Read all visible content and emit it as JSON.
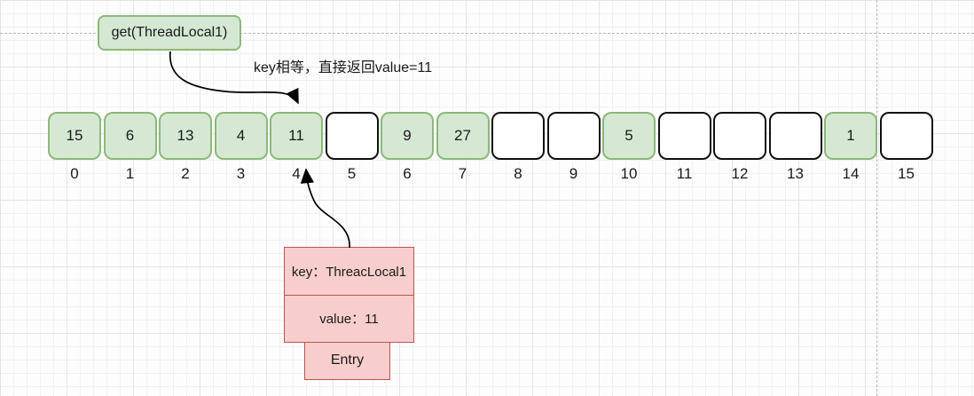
{
  "call_box": {
    "label": "get(ThreadLocal1)"
  },
  "annotation": {
    "text": "key相等，直接返回value=11"
  },
  "array": {
    "cells": [
      {
        "index": "0",
        "value": "15",
        "filled": true
      },
      {
        "index": "1",
        "value": "6",
        "filled": true
      },
      {
        "index": "2",
        "value": "13",
        "filled": true
      },
      {
        "index": "3",
        "value": "4",
        "filled": true
      },
      {
        "index": "4",
        "value": "11",
        "filled": true
      },
      {
        "index": "5",
        "value": "",
        "filled": false
      },
      {
        "index": "6",
        "value": "9",
        "filled": true
      },
      {
        "index": "7",
        "value": "27",
        "filled": true
      },
      {
        "index": "8",
        "value": "",
        "filled": false
      },
      {
        "index": "9",
        "value": "",
        "filled": false
      },
      {
        "index": "10",
        "value": "5",
        "filled": true
      },
      {
        "index": "11",
        "value": "",
        "filled": false
      },
      {
        "index": "12",
        "value": "",
        "filled": false
      },
      {
        "index": "13",
        "value": "",
        "filled": false
      },
      {
        "index": "14",
        "value": "1",
        "filled": true
      },
      {
        "index": "15",
        "value": "",
        "filled": false
      }
    ]
  },
  "entry_box": {
    "key_label": "key：ThreacLocal1",
    "value_label": "value：11",
    "footer_label": "Entry"
  },
  "colors": {
    "filled_cell_fill": "#d5e8d4",
    "filled_cell_border": "#8cb878",
    "empty_cell_fill": "#ffffff",
    "empty_cell_border": "#111111",
    "entry_fill": "#f8cecc",
    "entry_border": "#b85450",
    "arrow": "#000000",
    "dashed_guide": "#b9b9b9"
  }
}
